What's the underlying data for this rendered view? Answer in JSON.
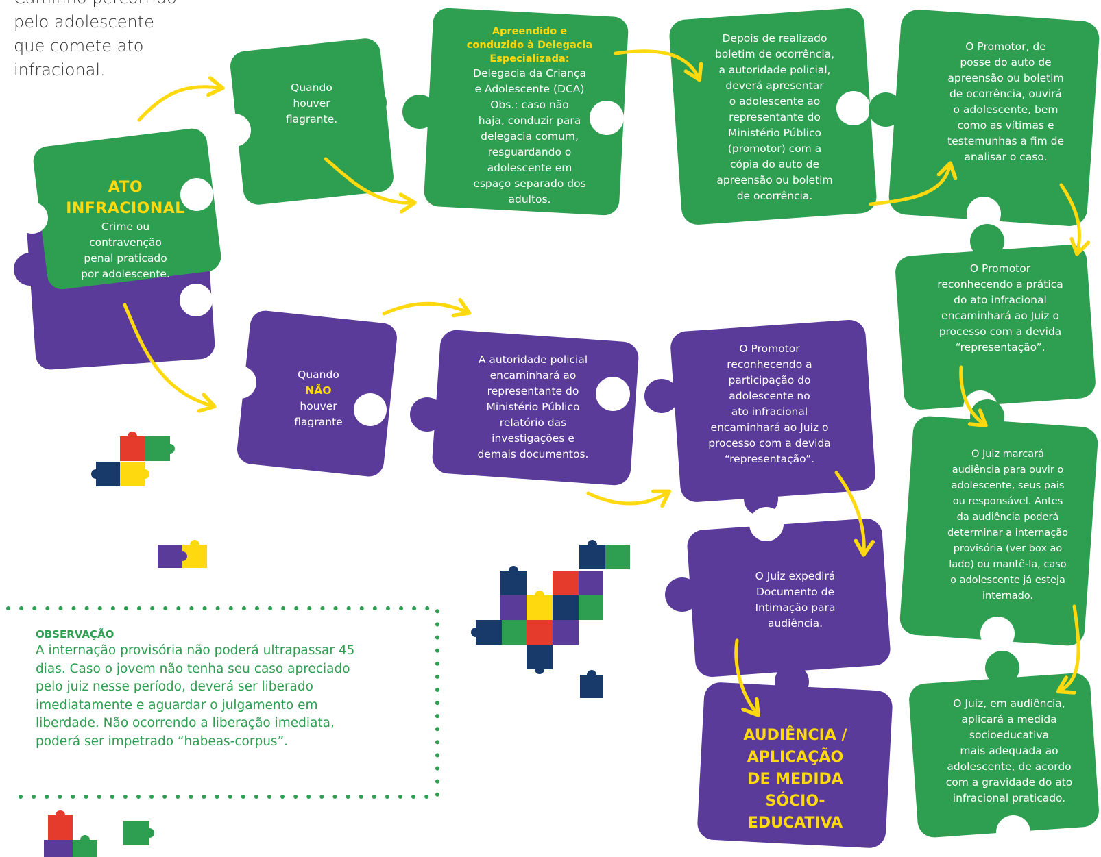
{
  "colors": {
    "green": "#2E9E50",
    "purple": "#5A3B9A",
    "yellow": "#FFD90F",
    "red": "#E53B2C",
    "navy": "#173A6B",
    "text": "#333333"
  },
  "intro": {
    "lines": [
      "Caminho percorrido",
      "pelo adolescente",
      "que comete ato",
      "infracional."
    ]
  },
  "pieces": {
    "ato": {
      "title_lines": [
        "ATO",
        "INFRACIONAL"
      ],
      "lines": [
        "Crime ou",
        "contravenção",
        "penal praticado",
        "por adolescente."
      ]
    },
    "flagrante": {
      "lines": [
        "Quando",
        "houver",
        "flagrante."
      ]
    },
    "delegacia": {
      "title_lines": [
        "Apreendido e",
        "conduzido à Delegacia",
        "Especializada:"
      ],
      "lines": [
        "Delegacia da Criança",
        "e Adolescente (DCA)",
        "Obs.: caso não",
        "haja, conduzir para",
        "delegacia comum,",
        "resguardando o",
        "adolescente em",
        "espaço separado dos",
        "adultos."
      ]
    },
    "boletim": {
      "lines": [
        "Depois de realizado",
        "boletim de ocorrência,",
        "a autoridade policial,",
        "deverá apresentar",
        "o adolescente ao",
        "representante do",
        "Ministério Público",
        "(promotor) com a",
        "cópia do auto de",
        "apreensão ou boletim",
        "de ocorrência."
      ]
    },
    "promotor_posse": {
      "lines": [
        "O Promotor, de",
        "posse do auto de",
        "apreensão ou boletim",
        "de ocorrência, ouvirá",
        "o adolescente, bem",
        "como as vítimas e",
        "testemunhas a fim de",
        "analisar o caso."
      ]
    },
    "promotor_pratica": {
      "lines": [
        "O Promotor",
        "reconhecendo a prática",
        "do ato infracional",
        "encaminhará ao Juiz o",
        "processo com a devida",
        "“representação”."
      ]
    },
    "juiz_marcara": {
      "lines": [
        "O Juiz marcará",
        "audiência para ouvir o",
        "adolescente, seus pais",
        "ou responsável. Antes",
        "da audiência poderá",
        "determinar a internação",
        "provisória (ver box ao",
        "lado) ou mantê-la, caso",
        "o adolescente já esteja",
        "internado."
      ]
    },
    "juiz_audiencia": {
      "lines": [
        "O Juiz, em audiência,",
        "aplicará a medida",
        "socioeducativa",
        "mais adequada ao",
        "adolescente, de acordo",
        "com a gravidade do ato",
        "infracional praticado."
      ]
    },
    "nao_flagrante": {
      "lines_before": [
        "Quando"
      ],
      "highlight": "NÃO",
      "lines_after": [
        "houver",
        "flagrante"
      ]
    },
    "autoridade": {
      "lines": [
        "A autoridade policial",
        "encaminhará ao",
        "representante do",
        "Ministério Público",
        "relatório das",
        "investigações e",
        "demais documentos."
      ]
    },
    "promotor_participacao": {
      "lines": [
        "O Promotor",
        "reconhecendo a",
        "participação do",
        "adolescente no",
        "ato infracional",
        "encaminhará ao Juiz o",
        "processo com a devida",
        "“representação”."
      ]
    },
    "juiz_expedira": {
      "lines": [
        "O Juiz expedirá",
        "Documento de",
        "Intimação para",
        "audiência."
      ]
    },
    "final": {
      "lines": [
        "AUDIÊNCIA /",
        "APLICAÇÃO",
        "DE MEDIDA",
        "SÓCIO-",
        "EDUCATIVA"
      ]
    }
  },
  "observacao": {
    "title": "OBSERVAÇÃO",
    "lines": [
      "A internação provisória não poderá ultrapassar 45",
      "dias. Caso o jovem não tenha seu caso apreciado",
      "pelo juiz nesse período, deverá ser liberado",
      "imediatamente e aguardar o julgamento em",
      "liberdade. Não ocorrendo a liberação imediata,",
      "poderá ser impetrado “habeas-corpus”."
    ]
  }
}
